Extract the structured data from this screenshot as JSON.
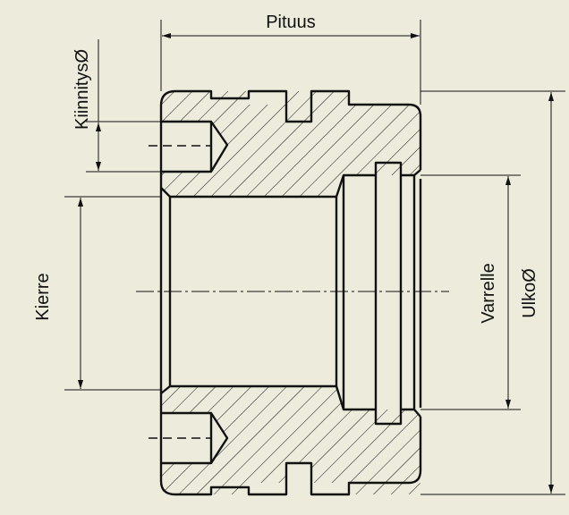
{
  "drawing": {
    "background": "#ecebdc",
    "line_color": "#111111",
    "dimensions": {
      "length": "Pituus",
      "mount_diameter": "KiinnitysØ",
      "thread": "Kierre",
      "shaft": "Varrelle",
      "outer_diameter": "UlkoØ"
    }
  }
}
